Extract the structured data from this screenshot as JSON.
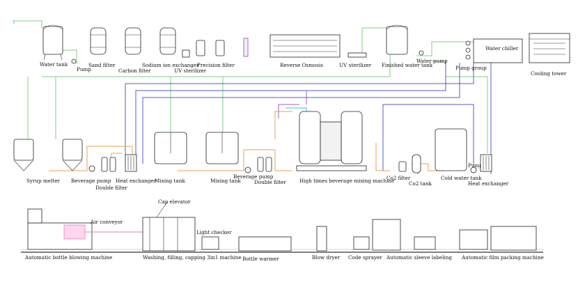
{
  "colors": {
    "water_pipe": "#7fcf7f",
    "syrup_pipe": "#5a5acf",
    "co2_pipe": "#c08040",
    "orange_pipe": "#e8a050",
    "violet_pipe": "#a060c0",
    "cyan_pipe": "#40c0d0",
    "red_pipe": "#d04040",
    "conveyor_pink": "#e080c0"
  },
  "labels": {
    "water_tank": "Water tank",
    "pump": "Pump",
    "sand_filter": "Sand filter",
    "carbon_filter": "Carbon filter",
    "sodium_ion_exchanger": "Sodium ion exchanger",
    "uv_sterilizer_1": "UV sterilizer",
    "precision_filter": "Precision filter",
    "reverse_osmosis": "Reverse Osmosis",
    "uv_sterilizer_2": "UV sterilizer",
    "finished_water_tank": "Finished water tank",
    "water_pump": "Water pump",
    "water_chiller": "Water chiller",
    "pump_group": "Pump group",
    "cooling_tower": "Cooling tower",
    "syrup_melter": "Syrup melter",
    "beverage_pump_1": "Beverage pump",
    "heat_exchanger_1": "Heat exchanger",
    "double_filter_1": "Double filter",
    "mixing_tank_1": "Mixing tank",
    "mixing_tank_2": "Mixing tank",
    "beverage_pump_2": "Beverage pump",
    "double_filter_2": "Double filter",
    "high_times_mixing": "High times beverage mixing machine",
    "co2_filter": "Co2 filter",
    "co2_tank": "Co2 tank",
    "cold_water_tank": "Cold water tank",
    "pump_2": "Pump",
    "heat_exchanger_2": "Heat exchanger",
    "cap_elevator": "Cap elevator",
    "air_conveyor": "Air conveyor",
    "light_checker": "Light checker",
    "blow_molding": "Automatic bottle blowing machine",
    "washing_filling": "Washing, filling, capping 3in1 machine",
    "bottle_warmer": "Bottle warmer",
    "blow_dryer": "Blow dryer",
    "code_sprayer": "Code sprayer",
    "sleeve_labeling": "Automatic sleeve labeling",
    "film_packing": "Automatic film packing machine"
  }
}
